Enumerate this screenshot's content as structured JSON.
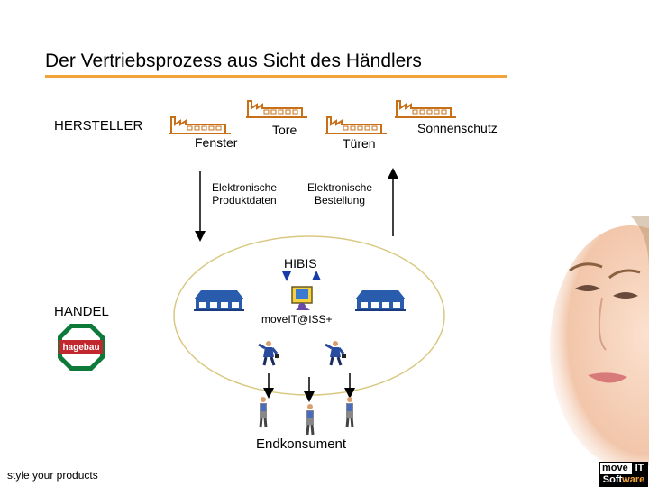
{
  "title": "Der Vertriebsprozess aus Sicht des Händlers",
  "labels": {
    "hersteller": "HERSTELLER",
    "handel": "HANDEL",
    "fenster": "Fenster",
    "tore": "Tore",
    "tueren": "Türen",
    "sonnenschutz": "Sonnenschutz",
    "produktdaten": "Elektronische\nProduktdaten",
    "bestellung": "Elektronische\nBestellung",
    "hibis": "HIBIS",
    "moveit_iss": "moveIT@ISS+",
    "endkonsument": "Endkonsument"
  },
  "hagebau_logo_text": "hagebau",
  "footer_tagline": "style your products",
  "company_logo": {
    "word1": "move",
    "word2": "IT",
    "word3a": "Soft",
    "word3b": "ware"
  },
  "colors": {
    "accent": "#f2a33a",
    "factory": "#c87018",
    "store": "#2a5cae",
    "hagebau_green": "#0e7a3a",
    "hagebau_red": "#c2272d",
    "ellipse": "#d8c880"
  },
  "icons": [
    "factory-icon",
    "store-icon",
    "computer-user-icon",
    "sales-person-icon",
    "consumer-icon",
    "hagebau-logo",
    "face-photo"
  ]
}
